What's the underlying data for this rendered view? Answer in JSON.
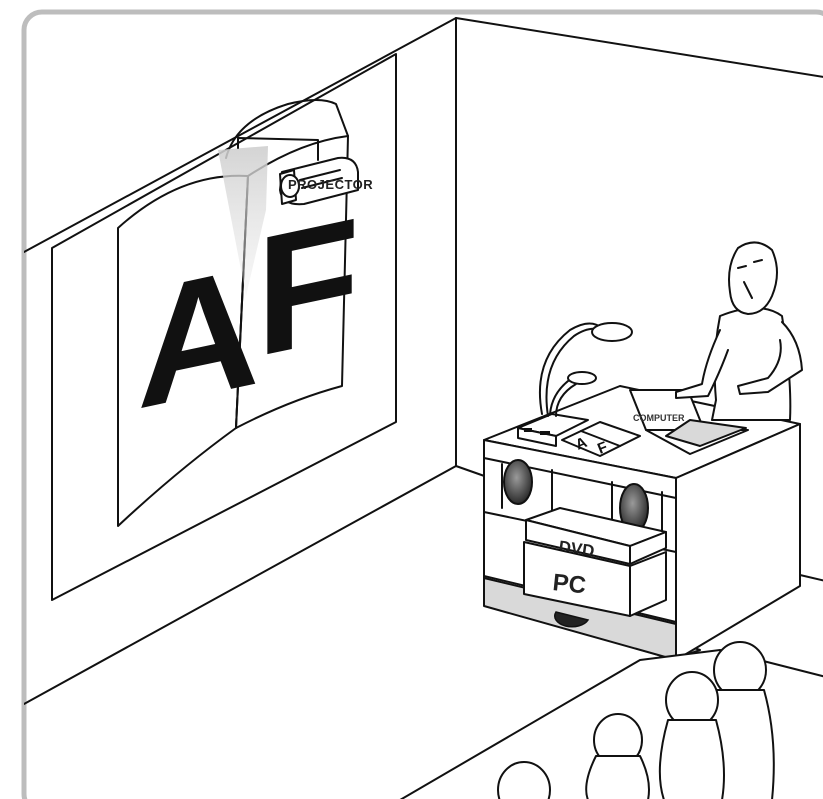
{
  "labels": {
    "projector": "PROJECTOR",
    "computer": "COMPUTER",
    "dvd": "DVD",
    "pc": "PC"
  },
  "screen_letters": {
    "left": "A",
    "right": "F"
  },
  "colors": {
    "frame_border": "#bdbdbd",
    "floor_gray": "#d9d9d9",
    "ink": "#111111"
  }
}
